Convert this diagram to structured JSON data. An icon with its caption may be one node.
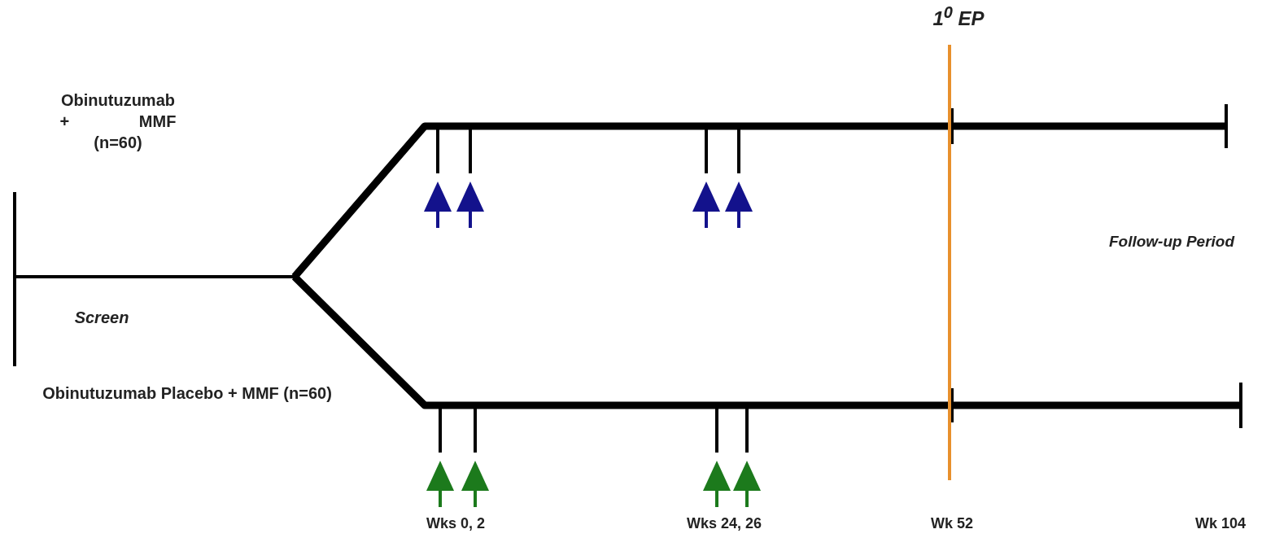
{
  "diagram": {
    "labels": [
      "1$^{0}$ EP",
      "Obinutuzumab + MMF (n=60)",
      "Follow-up Period",
      "Screen",
      "Obinutuzumab Placebo + MMF (n=60)",
      "Wks 0, 2",
      "Wks 24, 26",
      "Wk 52",
      "Wk 104"
    ]
  }
}
